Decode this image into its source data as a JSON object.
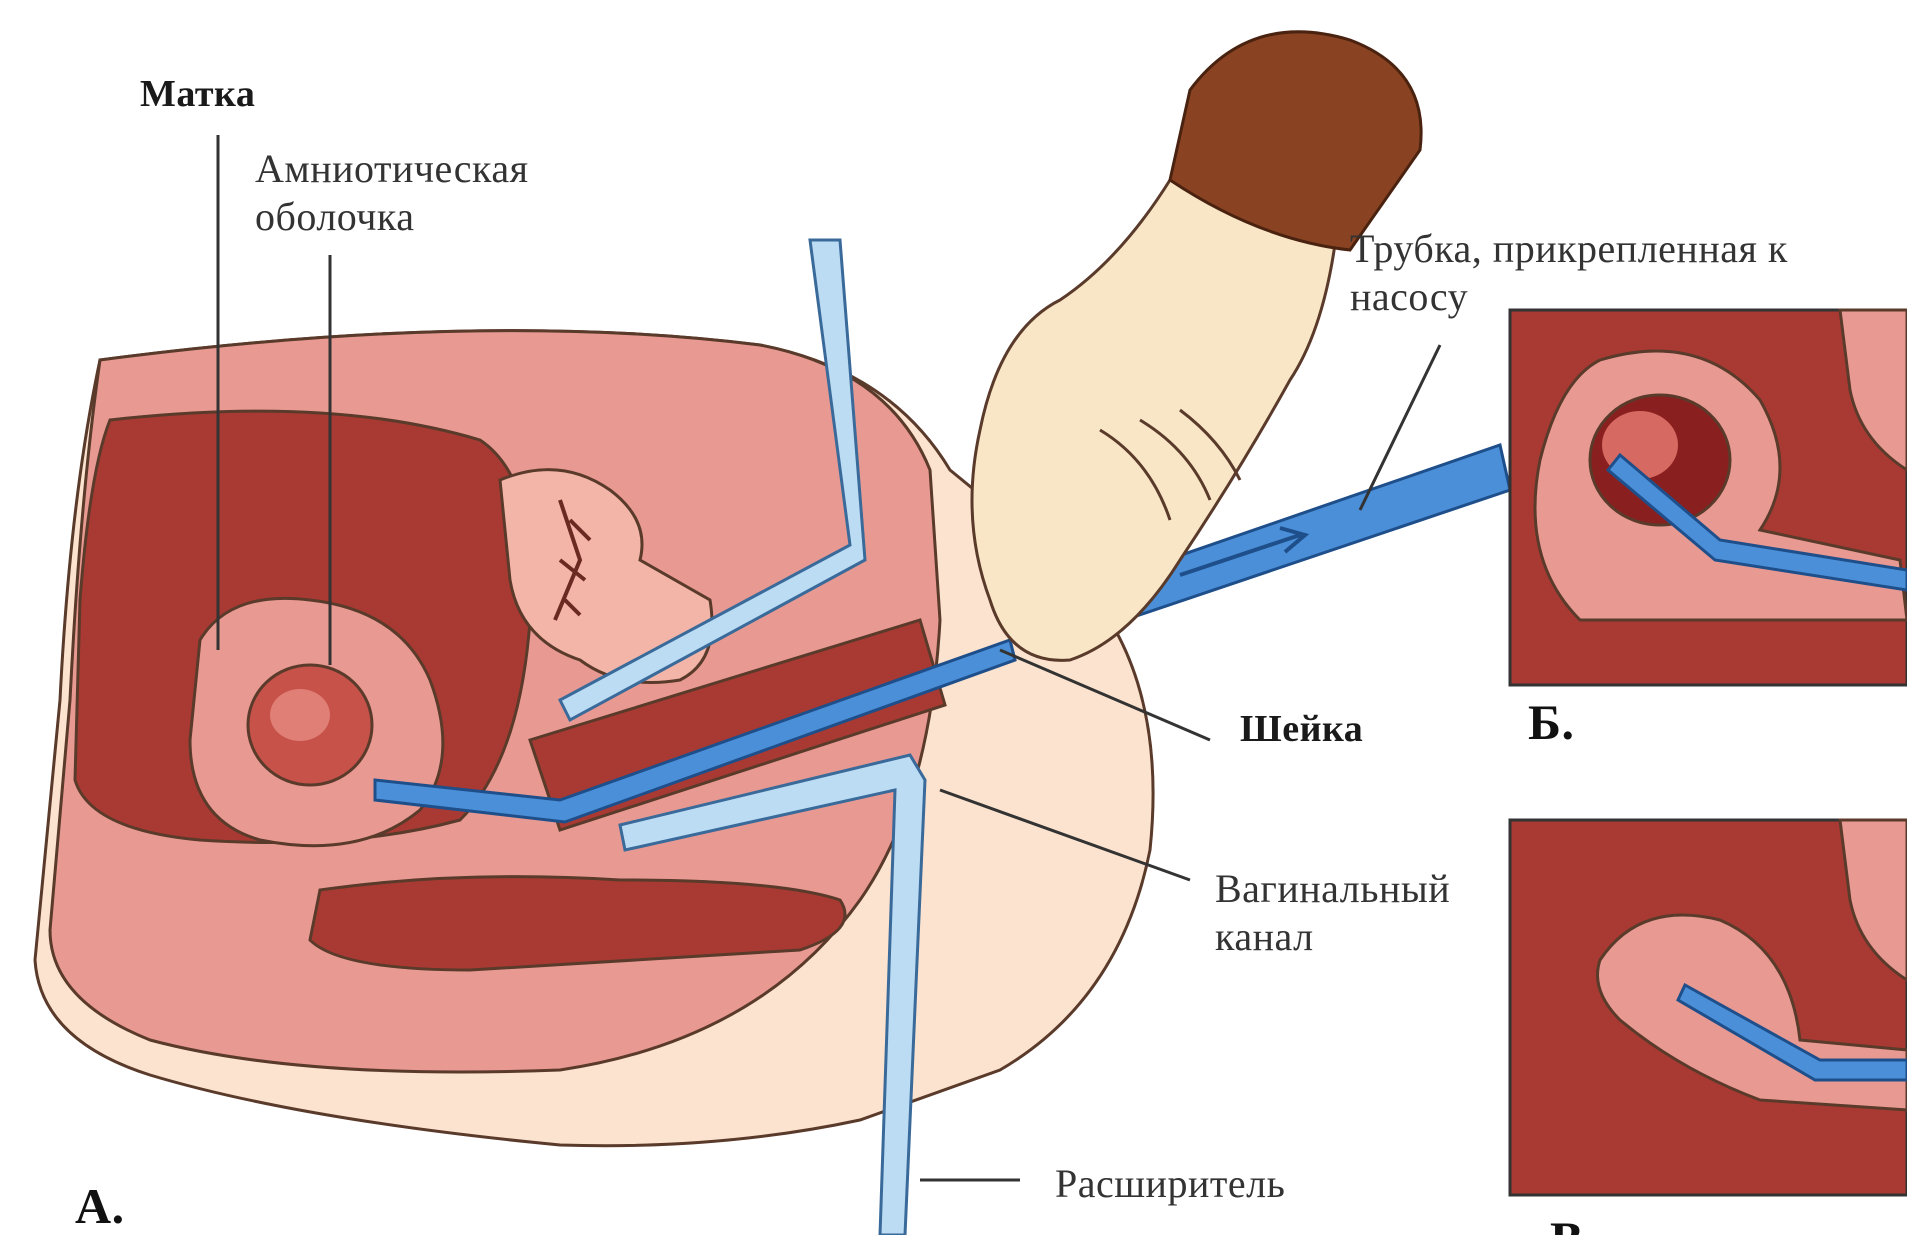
{
  "labels": {
    "uterus": "Матка",
    "amniotic_membrane": "Амниотическая оболочка",
    "pump_tube": "Трубка, прикрепленная к насосу",
    "cervix": "Шейка",
    "vaginal_canal": "Вагинальный канал",
    "dilator": "Расширитель"
  },
  "panels": {
    "a": "А.",
    "b": "Б.",
    "c": "В."
  },
  "colors": {
    "tissue_dark": "#a93a33",
    "tissue_mid": "#e89a92",
    "tissue_light": "#f5c6b6",
    "skin": "#fbe3cf",
    "tube_blue": "#4a8fd8",
    "dilator_blue": "#bcdcf4",
    "glove": "#f8e6c6",
    "sleeve": "#8a4322"
  }
}
